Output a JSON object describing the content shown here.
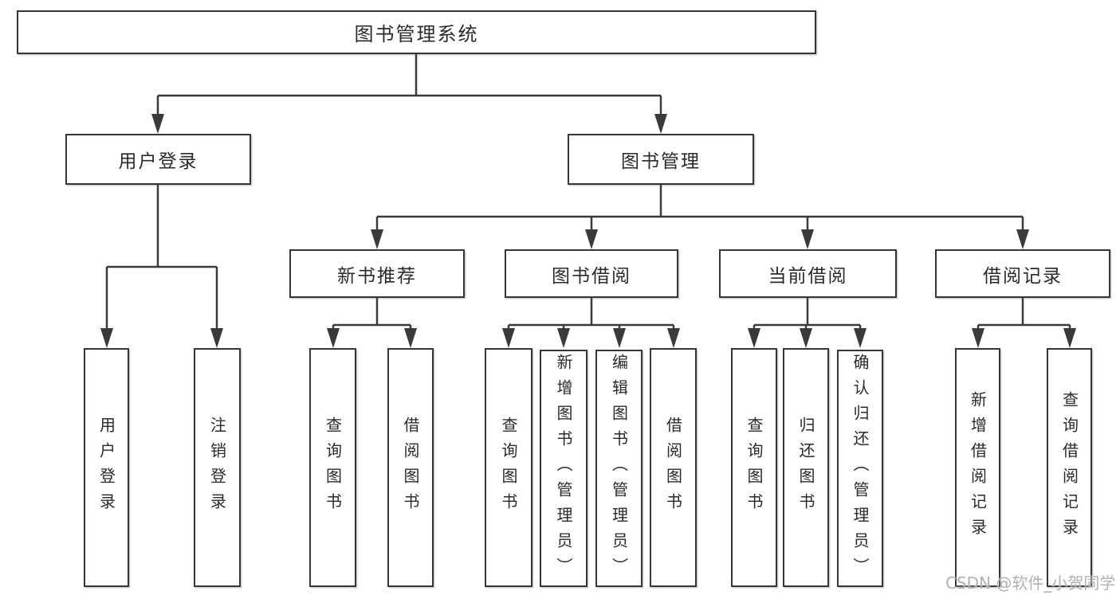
{
  "diagram": {
    "root": {
      "label": "图书管理系统",
      "children": [
        {
          "label": "用户登录",
          "children": [
            {
              "label": "用户登录"
            },
            {
              "label": "注销登录"
            }
          ]
        },
        {
          "label": "图书管理",
          "children": [
            {
              "label": "新书推荐",
              "children": [
                {
                  "label": "查询图书"
                },
                {
                  "label": "借阅图书"
                }
              ]
            },
            {
              "label": "图书借阅",
              "children": [
                {
                  "label": "查询图书"
                },
                {
                  "label": "新增图书（管理员）"
                },
                {
                  "label": "编辑图书（管理员）"
                },
                {
                  "label": "借阅图书"
                }
              ]
            },
            {
              "label": "当前借阅",
              "children": [
                {
                  "label": "查询图书"
                },
                {
                  "label": "归还图书"
                },
                {
                  "label": "确认归还（管理员）"
                }
              ]
            },
            {
              "label": "借阅记录",
              "children": [
                {
                  "label": "新增借阅记录"
                },
                {
                  "label": "查询借阅记录"
                }
              ]
            }
          ]
        }
      ]
    },
    "watermark": "CSDN @软件_小贺同学",
    "colors": {
      "line": "#3a3a3a",
      "box_border": "#363636",
      "text": "#2a2a2a",
      "watermark": "#adadad",
      "background": "#ffffff"
    }
  }
}
